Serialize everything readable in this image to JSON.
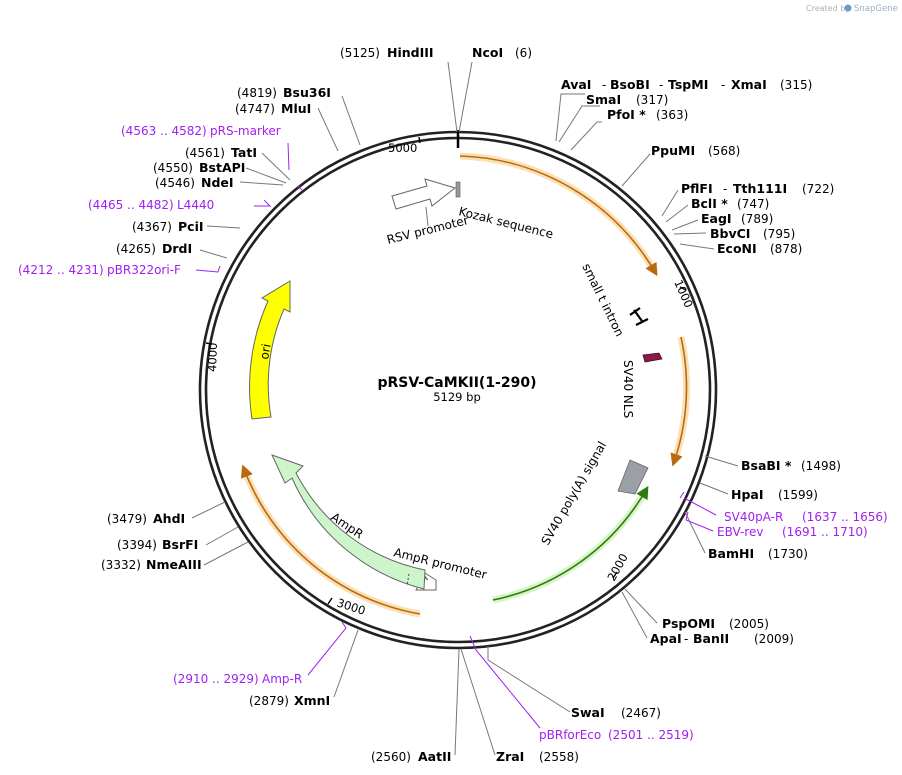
{
  "plasmid": {
    "name": "pRSV-CaMKII(1-290)",
    "length_label": "5129 bp"
  },
  "credit": {
    "prefix": "Created by",
    "brand": "SnapGene"
  },
  "ticks": [
    "1000",
    "2000",
    "3000",
    "4000",
    "5000"
  ],
  "features": {
    "rsv_promoter": "RSV promoter",
    "kozak": "Kozak sequence",
    "small_t_intron": "small t intron",
    "sv40_nls": "SV40 NLS",
    "sv40_polya": "SV40 poly(A) signal",
    "ampr_promoter": "AmpR promoter",
    "ampr": "AmpR",
    "ori": "ori"
  },
  "sites": {
    "hindiii": {
      "name": "HindIII",
      "pos": "(5125)"
    },
    "ncoi": {
      "name": "NcoI",
      "pos": "(6)"
    },
    "aval_group": {
      "a": "AvaI",
      "sep1": "-",
      "b": "BsoBI",
      "sep2": "-",
      "c": "TspMI",
      "sep3": "-",
      "d": "XmaI",
      "pos": "(315)"
    },
    "smai": {
      "name": "SmaI",
      "pos": "(317)"
    },
    "pfoi": {
      "name": "PfoI *",
      "pos": "(363)"
    },
    "ppumi": {
      "name": "PpuMI",
      "pos": "(568)"
    },
    "pflfi_group": {
      "a": "PflFI",
      "sep": "-",
      "b": "Tth111I",
      "pos": "(722)"
    },
    "bcli": {
      "name": "BclI *",
      "pos": "(747)"
    },
    "eagi": {
      "name": "EagI",
      "pos": "(789)"
    },
    "bbvci": {
      "name": "BbvCI",
      "pos": "(795)"
    },
    "econi": {
      "name": "EcoNI",
      "pos": "(878)"
    },
    "bsabi": {
      "name": "BsaBI *",
      "pos": "(1498)"
    },
    "hpai": {
      "name": "HpaI",
      "pos": "(1599)"
    },
    "bamhi": {
      "name": "BamHI",
      "pos": "(1730)"
    },
    "pspomi": {
      "name": "PspOMI",
      "pos": "(2005)"
    },
    "apai_group": {
      "a": "ApaI",
      "sep": "-",
      "b": "BanII",
      "pos": "(2009)"
    },
    "swai": {
      "name": "SwaI",
      "pos": "(2467)"
    },
    "zrai": {
      "name": "ZraI",
      "pos": "(2558)"
    },
    "aatii": {
      "name": "AatII",
      "pos": "(2560)"
    },
    "xmni": {
      "name": "XmnI",
      "pos": "(2879)"
    },
    "nmeaiii": {
      "name": "NmeAIII",
      "pos": "(3332)"
    },
    "bsrfi": {
      "name": "BsrFI",
      "pos": "(3394)"
    },
    "ahdi": {
      "name": "AhdI",
      "pos": "(3479)"
    },
    "drdi": {
      "name": "DrdI",
      "pos": "(4265)"
    },
    "pcii": {
      "name": "PciI",
      "pos": "(4367)"
    },
    "ndei": {
      "name": "NdeI",
      "pos": "(4546)"
    },
    "bstapi": {
      "name": "BstAPI",
      "pos": "(4550)"
    },
    "tati": {
      "name": "TatI",
      "pos": "(4561)"
    },
    "mlui": {
      "name": "MluI",
      "pos": "(4747)"
    },
    "bsu36i": {
      "name": "Bsu36I",
      "pos": "(4819)"
    }
  },
  "primers": {
    "sv40pa_r": {
      "name": "SV40pA-R",
      "range": "(1637 .. 1656)"
    },
    "ebv_rev": {
      "name": "EBV-rev",
      "range": "(1691 .. 1710)"
    },
    "pbrforeco": {
      "name": "pBRforEco",
      "range": "(2501 .. 2519)"
    },
    "amp_r": {
      "name": "Amp-R",
      "range": "(2910 .. 2929)"
    },
    "pbr322ori_f": {
      "name": "pBR322ori-F",
      "range": "(4212 .. 4231)"
    },
    "l4440": {
      "name": "L4440",
      "range": "(4465 .. 4482)"
    },
    "prs_marker": {
      "name": "pRS-marker",
      "range": "(4563 .. 4582)"
    }
  },
  "colors": {
    "backbone": "#222222",
    "promoter": "#ffffff",
    "ampr": "#ccf5cc",
    "ori": "#ffff00",
    "polya": "#9aa0a6",
    "nls": "#8b1a4a",
    "orf_orange": "#e08a1e",
    "orf_green": "#4aa01e",
    "primer": "#a020f0"
  }
}
